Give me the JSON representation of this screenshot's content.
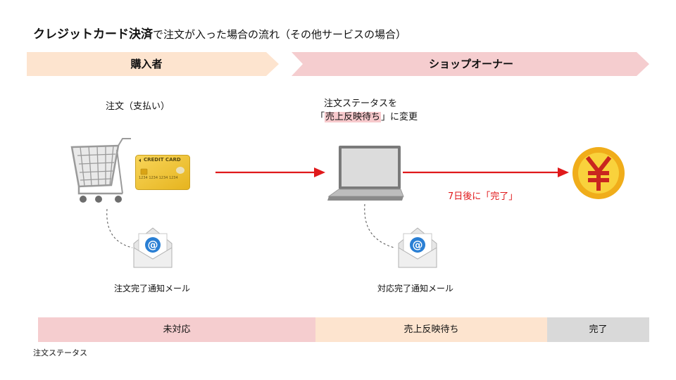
{
  "title": {
    "bold": "クレジットカード決済",
    "rest": "で注文が入った場合の流れ（その他サービスの場合）"
  },
  "lanes": {
    "buyer": "購入者",
    "owner": "ショップオーナー"
  },
  "steps": {
    "order_label": "注文（支払い）",
    "status_change_line1": "注文ステータスを",
    "status_change_open": "「",
    "status_change_highlight": "売上反映待ち",
    "status_change_close": "」に変更",
    "complete_note": "7日後に「完了」"
  },
  "mails": {
    "buyer_mail": "注文完了通知メール",
    "owner_mail": "対応完了通知メール"
  },
  "card": {
    "label": "CREDIT CARD",
    "number": "1234 1234 1234 1234"
  },
  "status_bar": {
    "segments": [
      {
        "label": "未対応",
        "color": "#f5cdcf"
      },
      {
        "label": "売上反映待ち",
        "color": "#fde4cf"
      },
      {
        "label": "完了",
        "color": "#d9d9d9"
      }
    ],
    "caption": "注文ステータス"
  },
  "colors": {
    "buyer_lane": "#fde4cf",
    "owner_lane": "#f5cdcf",
    "arrow": "#e0191b",
    "highlight": "#f7c9cc"
  }
}
